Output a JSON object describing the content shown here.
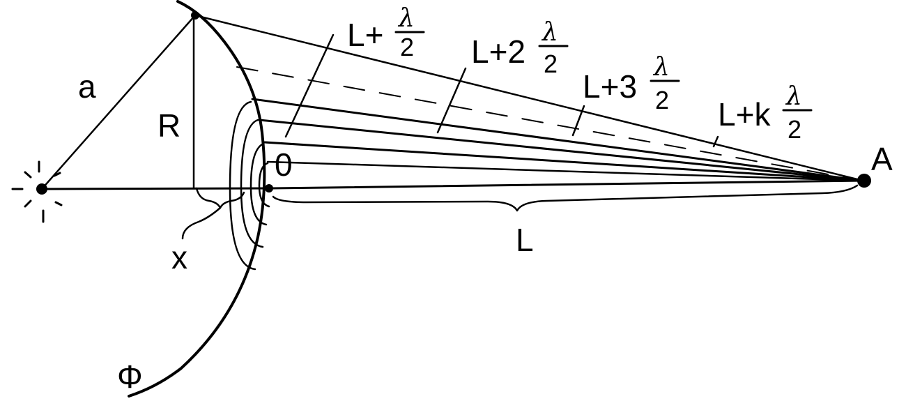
{
  "labels": {
    "a": "a",
    "R": "R",
    "x": "x",
    "zero": "0",
    "L": "L",
    "A": "A",
    "phi": "Φ"
  },
  "path_labels": [
    {
      "prefix": "L+",
      "num": "λ",
      "den": "2"
    },
    {
      "prefix": "L+2",
      "num": "λ",
      "den": "2"
    },
    {
      "prefix": "L+3",
      "num": "λ",
      "den": "2"
    },
    {
      "prefix": "L+k",
      "num": "λ",
      "den": "2"
    }
  ]
}
